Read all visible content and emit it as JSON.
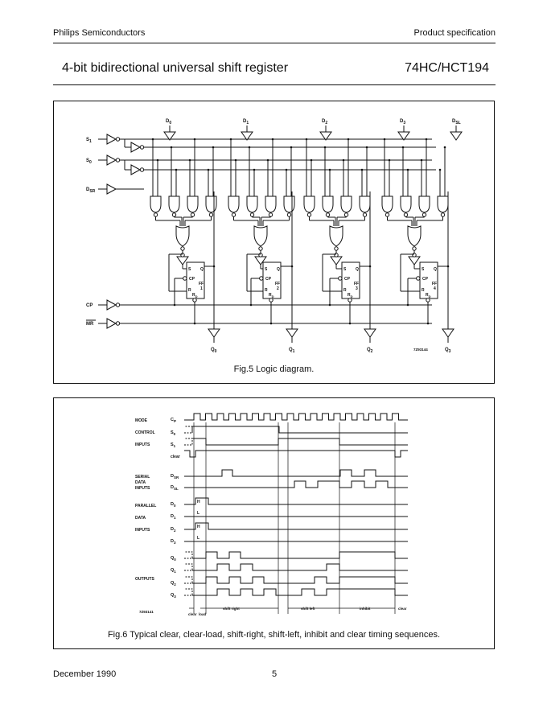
{
  "header": {
    "company": "Philips Semiconductors",
    "doc_type": "Product specification",
    "title": "4-bit bidirectional universal shift register",
    "part_number": "74HC/HCT194"
  },
  "fig5": {
    "caption": "Fig.5  Logic diagram.",
    "code": "7Z93144",
    "inputs_top": [
      "D0",
      "D1",
      "D2",
      "D3",
      "DSL"
    ],
    "inputs_left": [
      "S1",
      "S0",
      "DSR",
      "CP",
      "MR"
    ],
    "outputs": [
      "Q0",
      "Q1",
      "Q2",
      "Q3"
    ],
    "flipflops": [
      {
        "label": "FF",
        "num": "1"
      },
      {
        "label": "FF",
        "num": "2"
      },
      {
        "label": "FF",
        "num": "3"
      },
      {
        "label": "FF",
        "num": "4"
      }
    ],
    "ff_pins": {
      "s": "S",
      "q": "Q",
      "cp": "CP",
      "r": "R",
      "rd": "RD"
    }
  },
  "fig6": {
    "caption": "Fig.6  Typical clear, clear-load, shift-right, shift-left, inhibit and clear timing sequences.",
    "code": "7Z93141",
    "groups": [
      "MODE",
      "CONTROL",
      "INPUTS",
      "SERIAL",
      "DATA",
      "INPUTS",
      "PARALLEL",
      "DATA",
      "INPUTS",
      "OUTPUTS"
    ],
    "signals": [
      "CP",
      "S0",
      "S1",
      "clear",
      "DSR",
      "DSL",
      "D0",
      "D1",
      "D2",
      "D3",
      "Q0",
      "Q1",
      "Q2",
      "Q3"
    ],
    "levels": {
      "d0": "H",
      "d1": "L",
      "d2": "H",
      "d3": "L"
    },
    "phases": [
      "clear",
      "load",
      "shift right",
      "shift left",
      "inhibit",
      "clear"
    ]
  },
  "footer": {
    "date": "December 1990",
    "page": "5"
  }
}
